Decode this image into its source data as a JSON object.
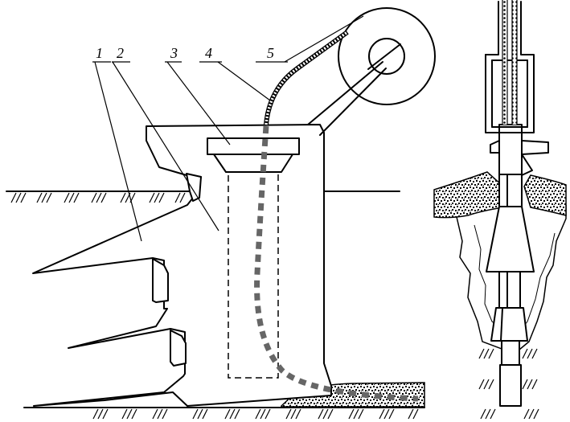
{
  "callouts": [
    {
      "id": "label-1",
      "text": "1"
    },
    {
      "id": "label-2",
      "text": "2"
    },
    {
      "id": "label-3",
      "text": "3"
    },
    {
      "id": "label-4",
      "text": "4"
    },
    {
      "id": "label-5",
      "text": "5"
    }
  ],
  "colors": {
    "line": "#000000",
    "cable": "#666666",
    "background": "#ffffff"
  }
}
